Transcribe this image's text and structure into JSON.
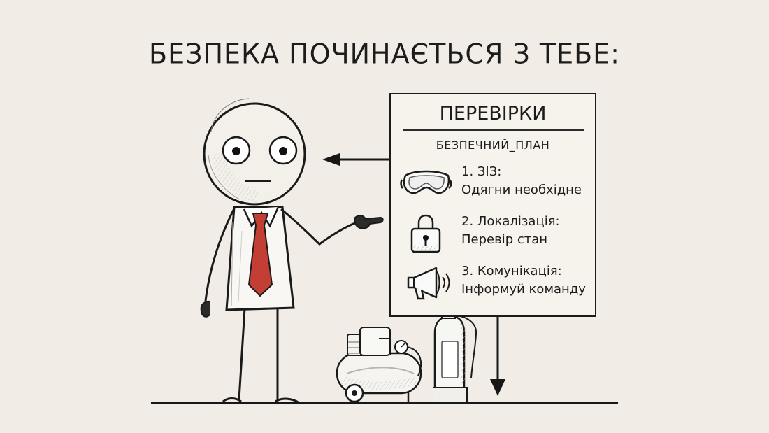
{
  "title": "БЕЗПЕКА ПОЧИНАЄТЬСЯ З ТЕБЕ:",
  "panel": {
    "heading": "ПЕРЕВІРКИ",
    "subheading": "БЕЗПЕЧНИЙ_ПЛАН",
    "items": [
      {
        "number_label": "1. ЗІЗ:",
        "description": "Одягни необхідне",
        "icon": "safety-goggles-icon"
      },
      {
        "number_label": "2. Локалізація:",
        "description": "Перевір стан",
        "icon": "padlock-icon"
      },
      {
        "number_label": "3. Комунікація:",
        "description": "Інформуй команду",
        "icon": "megaphone-icon"
      }
    ]
  },
  "illustration": {
    "figure": "stick-figure-with-red-tie",
    "tie_color": "#c53f34",
    "equipment": [
      "air-compressor",
      "fire-extinguisher"
    ]
  }
}
